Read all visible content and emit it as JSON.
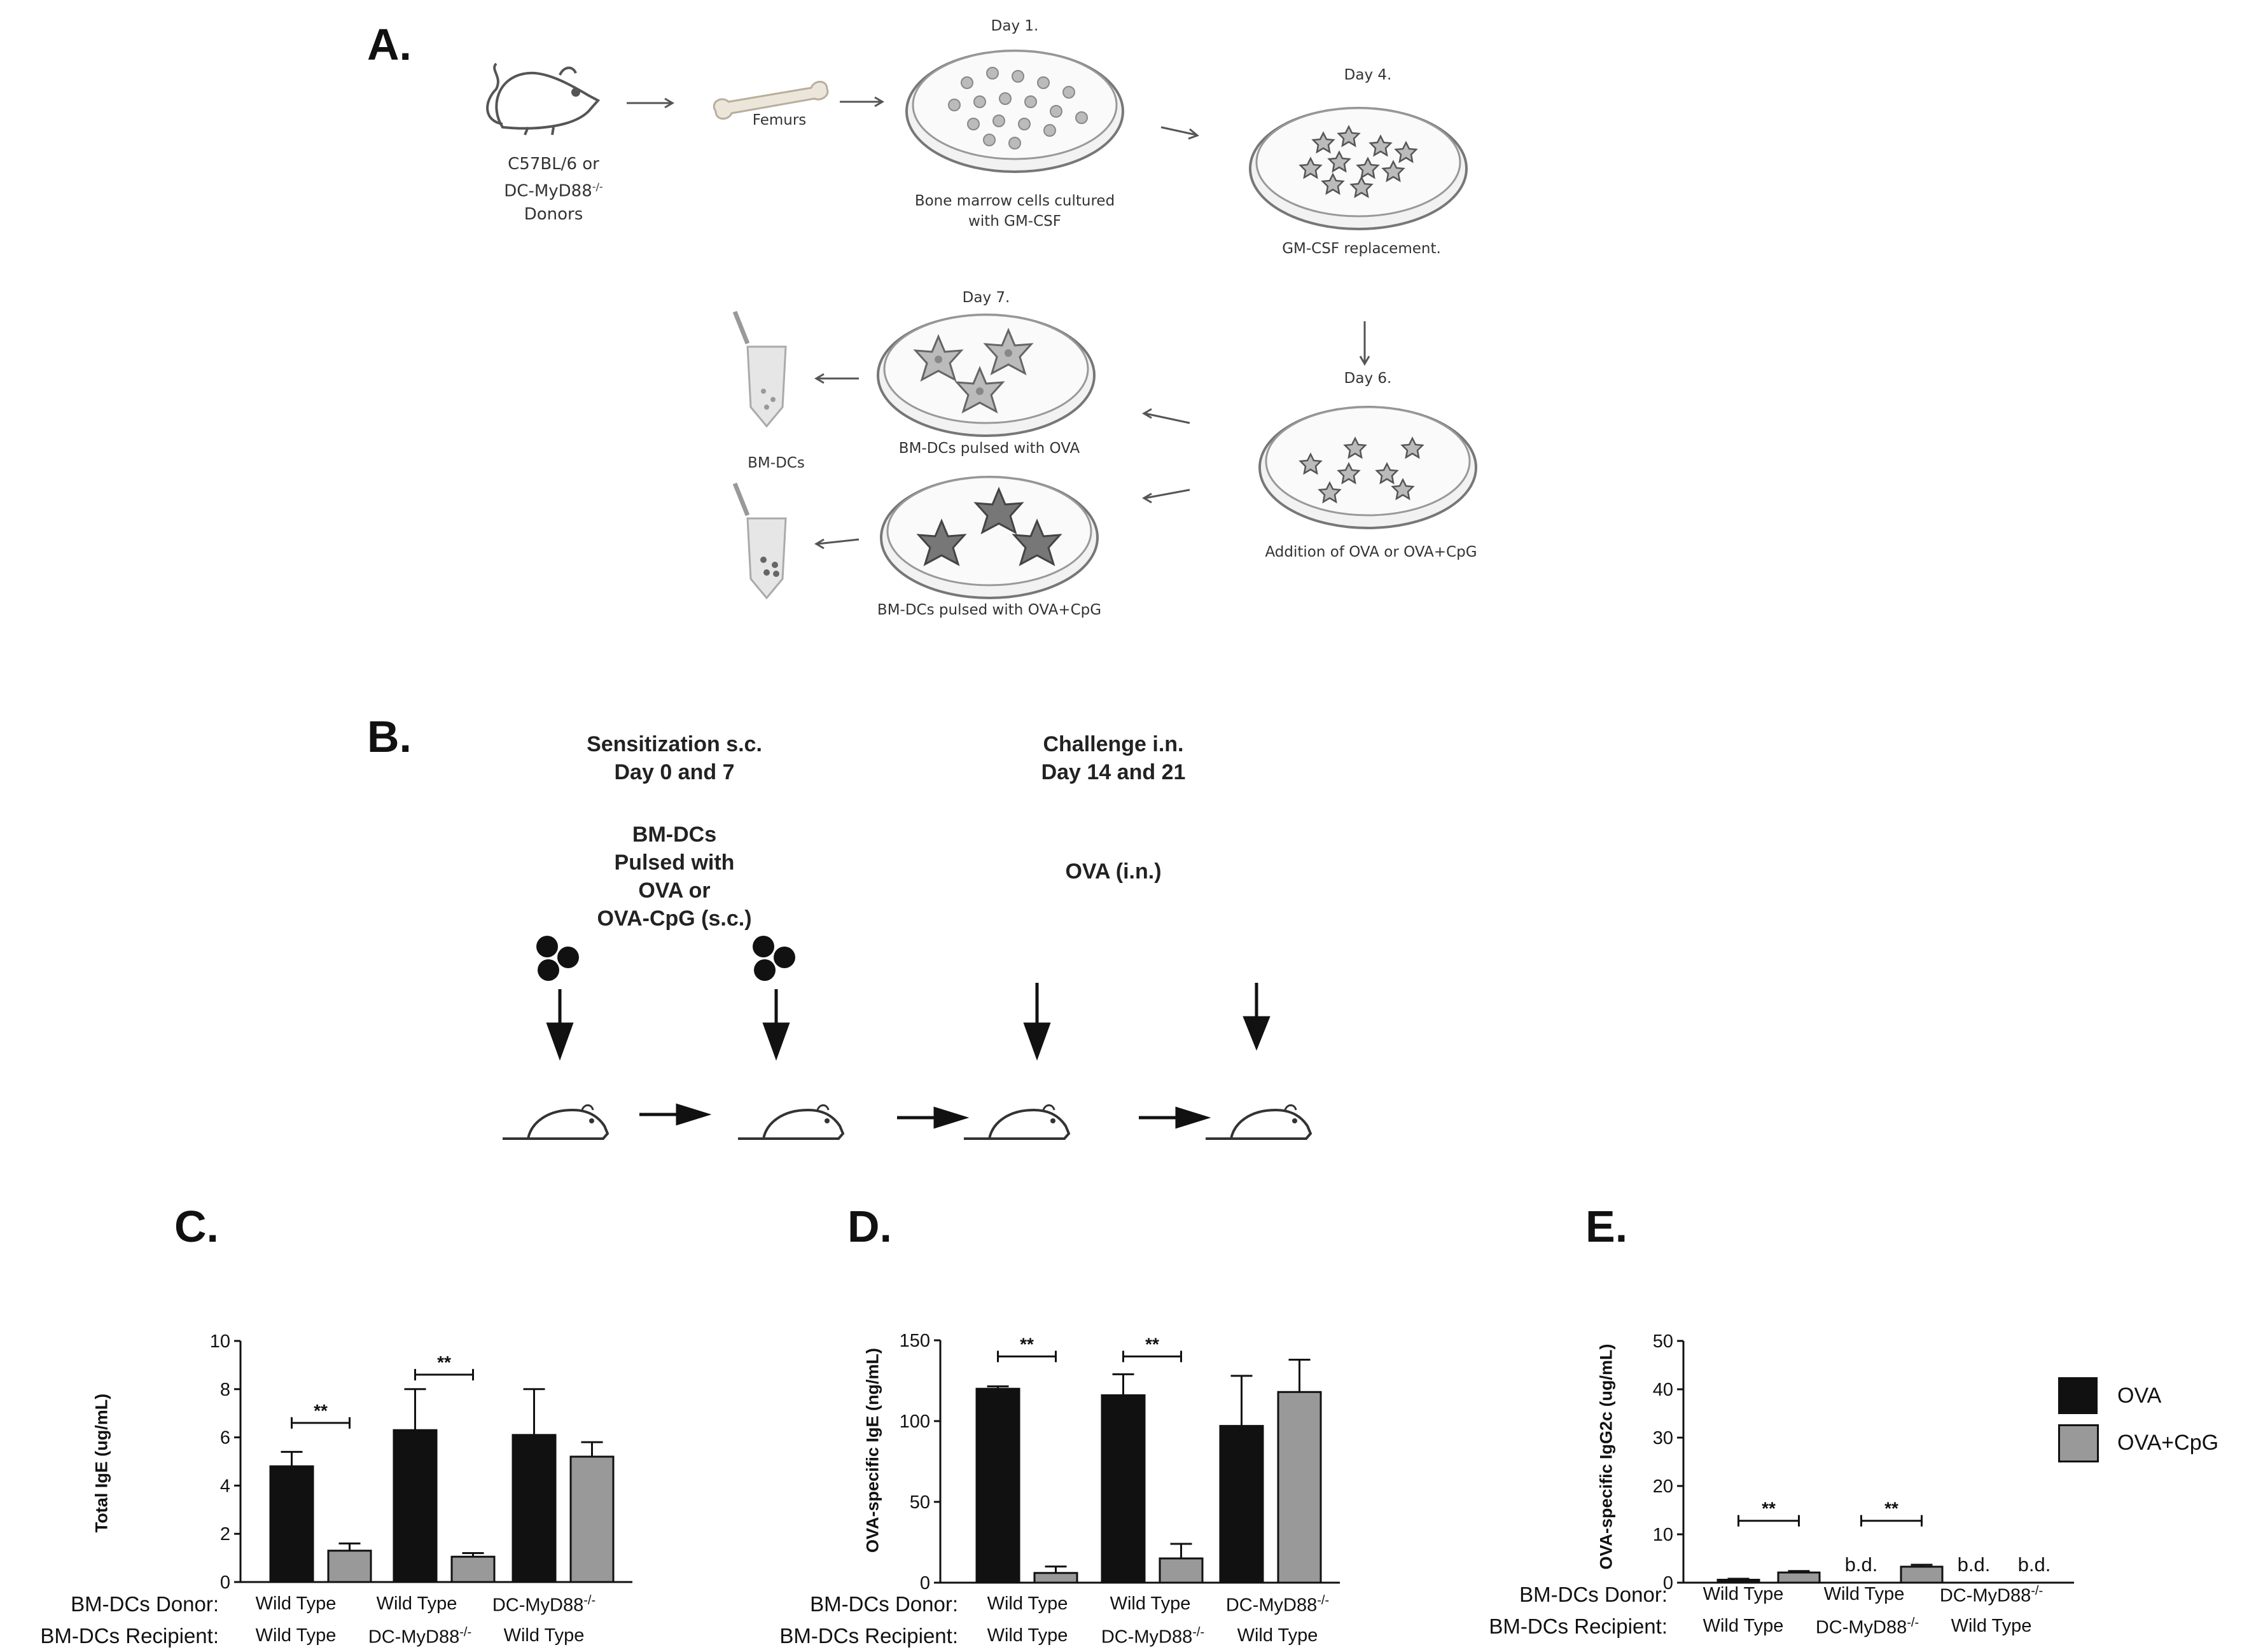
{
  "panels": {
    "a": "A.",
    "b": "B.",
    "c": "C.",
    "d": "D.",
    "e": "E."
  },
  "schematic_a": {
    "donor_line1": "C57BL/6 or",
    "donor_line2": "DC-MyD88",
    "donor_sup": "-/-",
    "donor_line3": "Donors",
    "femurs": "Femurs",
    "day1": "Day 1.",
    "day1_caption1": "Bone marrow cells cultured",
    "day1_caption2": "with GM-CSF",
    "day4": "Day 4.",
    "day4_caption": "GM-CSF replacement.",
    "day6": "Day 6.",
    "day6_caption": "Addition of OVA or OVA+CpG",
    "day7": "Day 7.",
    "pulsed_ova": "BM-DCs pulsed with OVA",
    "pulsed_ovacpg": "BM-DCs pulsed with OVA+CpG",
    "bmdcs": "BM-DCs"
  },
  "schematic_b": {
    "sens_line1": "Sensitization s.c.",
    "sens_line2": "Day 0 and 7",
    "pulse_line1": "BM-DCs",
    "pulse_line2": "Pulsed with",
    "pulse_line3": "OVA or",
    "pulse_line4": "OVA-CpG (s.c.)",
    "chal_line1": "Challenge i.n.",
    "chal_line2": "Day 14 and 21",
    "ova_in": "OVA (i.n.)"
  },
  "row_labels": {
    "donor": "BM-DCs  Donor:",
    "recipient": "BM-DCs  Recipient:"
  },
  "groups": {
    "donor": [
      "Wild Type",
      "Wild Type",
      "DC-MyD88"
    ],
    "recipient": [
      "Wild Type",
      "DC-MyD88",
      "Wild Type"
    ],
    "sup": "-/-"
  },
  "legend": {
    "ova": "OVA",
    "ovacpg": "OVA+CpG",
    "colors": {
      "ova": "#111111",
      "ovacpg": "#999999"
    }
  },
  "chart_data": [
    {
      "type": "bar",
      "ylabel": "Total  IgE (ug/mL)",
      "ylim": [
        0,
        10
      ],
      "yticks": [
        0,
        2,
        4,
        6,
        8,
        10
      ],
      "categories": [
        "Wild Type / Wild Type",
        "Wild Type / DC-MyD88 -/-",
        "DC-MyD88 -/- / Wild Type"
      ],
      "series": [
        {
          "name": "OVA",
          "values": [
            4.8,
            6.3,
            6.1
          ],
          "errors": [
            0.6,
            1.7,
            1.9
          ]
        },
        {
          "name": "OVA+CpG",
          "values": [
            1.3,
            1.05,
            5.2
          ],
          "errors": [
            0.3,
            0.15,
            0.6
          ]
        }
      ],
      "significance": [
        {
          "group": 0,
          "label": "**",
          "y": 6.6
        },
        {
          "group": 1,
          "label": "**",
          "y": 8.6
        }
      ]
    },
    {
      "type": "bar",
      "ylabel": "OVA-specific IgE (ng/mL)",
      "ylim": [
        0,
        150
      ],
      "yticks": [
        0,
        50,
        100,
        150
      ],
      "categories": [
        "Wild Type / Wild Type",
        "Wild Type / DC-MyD88 -/-",
        "DC-MyD88 -/- / Wild Type"
      ],
      "series": [
        {
          "name": "OVA",
          "values": [
            120,
            116,
            97
          ],
          "errors": [
            1.5,
            13,
            31
          ]
        },
        {
          "name": "OVA+CpG",
          "values": [
            6,
            15,
            118
          ],
          "errors": [
            4,
            9,
            20
          ]
        }
      ],
      "significance": [
        {
          "group": 0,
          "label": "**",
          "y": 140
        },
        {
          "group": 1,
          "label": "**",
          "y": 140
        }
      ]
    },
    {
      "type": "bar",
      "ylabel": "OVA-specific IgG2c (ug/mL)",
      "ylim": [
        0,
        50
      ],
      "yticks": [
        0,
        10,
        20,
        30,
        40,
        50
      ],
      "categories": [
        "Wild Type / Wild Type",
        "Wild Type / DC-MyD88 -/-",
        "DC-MyD88 -/- / Wild Type"
      ],
      "series": [
        {
          "name": "OVA",
          "values": [
            0.6,
            null,
            null
          ],
          "errors": [
            0.2,
            0,
            0
          ],
          "labels": [
            null,
            "b.d.",
            "b.d."
          ]
        },
        {
          "name": "OVA+CpG",
          "values": [
            2.1,
            3.3,
            null
          ],
          "errors": [
            0.3,
            0.4,
            0
          ],
          "labels": [
            null,
            null,
            "b.d."
          ]
        }
      ],
      "significance": [
        {
          "group": 0,
          "label": "**",
          "y": 12.8
        },
        {
          "group": 1,
          "label": "**",
          "y": 12.8
        }
      ]
    }
  ]
}
